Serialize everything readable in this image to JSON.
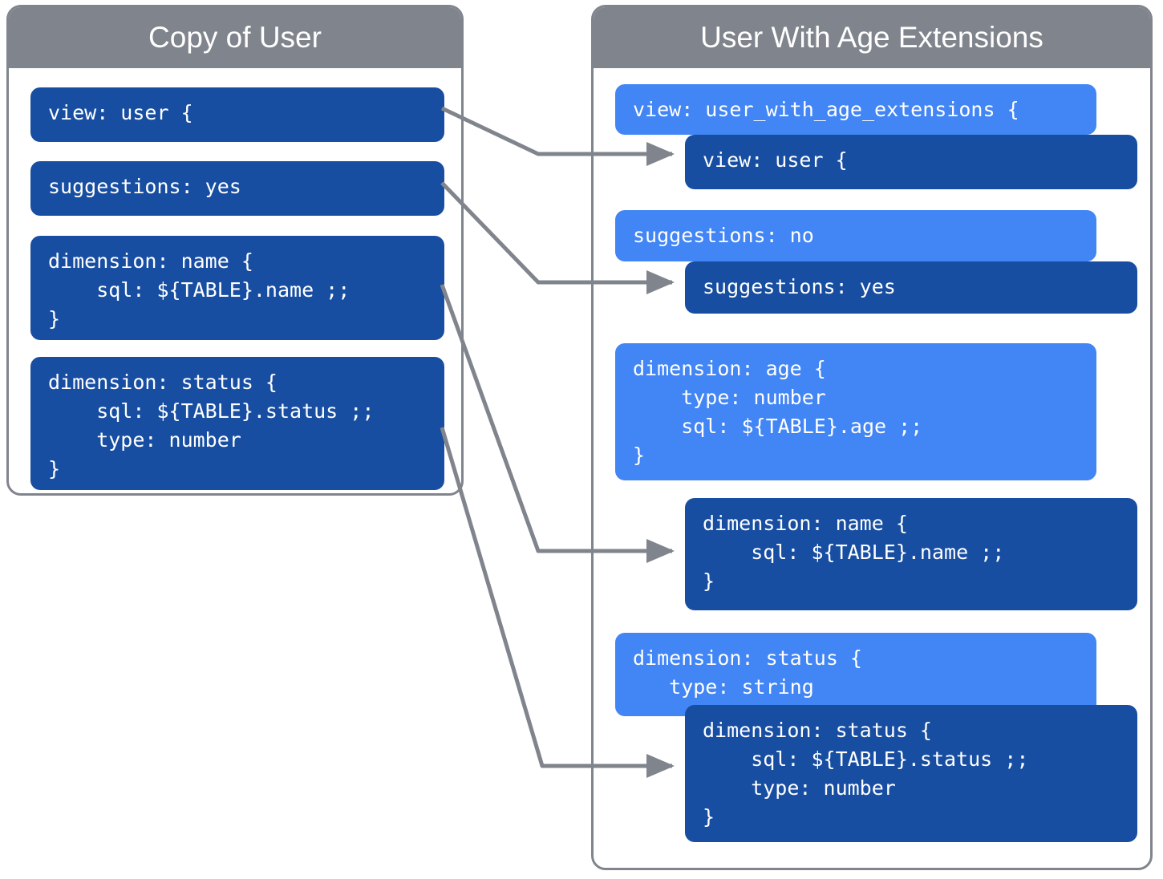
{
  "accent_colors": {
    "header_gray": "#80848c",
    "block_dark_blue": "#184ea1",
    "block_light_blue": "#4285f4",
    "arrow_gray": "#80848c",
    "panel_border": "#80848c",
    "text_white": "#ffffff",
    "page_background": "#ffffff"
  },
  "left_panel": {
    "title": "Copy of User",
    "blocks": [
      {
        "id": "view-user",
        "shade": "dark",
        "code": "view: user {"
      },
      {
        "id": "suggestions-yes",
        "shade": "dark",
        "code": "suggestions: yes"
      },
      {
        "id": "dimension-name",
        "shade": "dark",
        "code": "dimension: name {\n    sql: ${TABLE}.name ;;\n}"
      },
      {
        "id": "dimension-status",
        "shade": "dark",
        "code": "dimension: status {\n    sql: ${TABLE}.status ;;\n    type: number\n}"
      }
    ]
  },
  "right_panel": {
    "title": "User With Age Extensions",
    "blocks": [
      {
        "id": "view-user-with-age-extensions",
        "shade": "light",
        "code": "view: user_with_age_extensions {"
      },
      {
        "id": "view-user-inherited",
        "shade": "dark",
        "code": "view: user {"
      },
      {
        "id": "suggestions-no",
        "shade": "light",
        "code": "suggestions: no"
      },
      {
        "id": "suggestions-yes-inherited",
        "shade": "dark",
        "code": "suggestions: yes"
      },
      {
        "id": "dimension-age",
        "shade": "light",
        "code": "dimension: age {\n    type: number\n    sql: ${TABLE}.age ;;\n}"
      },
      {
        "id": "dimension-name-inherited",
        "shade": "dark",
        "code": "dimension: name {\n    sql: ${TABLE}.name ;;\n}"
      },
      {
        "id": "dimension-status-override",
        "shade": "light",
        "code": "dimension: status {\n   type: string"
      },
      {
        "id": "dimension-status-inherited",
        "shade": "dark",
        "code": "dimension: status {\n    sql: ${TABLE}.status ;;\n    type: number\n}"
      }
    ]
  },
  "connectors": [
    {
      "id": "view-user-connector",
      "from": "view-user",
      "to": "view-user-inherited"
    },
    {
      "id": "suggestions-connector",
      "from": "suggestions-yes",
      "to": "suggestions-yes-inherited"
    },
    {
      "id": "dimension-name-connector",
      "from": "dimension-name",
      "to": "dimension-name-inherited"
    },
    {
      "id": "dimension-status-connector",
      "from": "dimension-status",
      "to": "dimension-status-inherited"
    }
  ]
}
